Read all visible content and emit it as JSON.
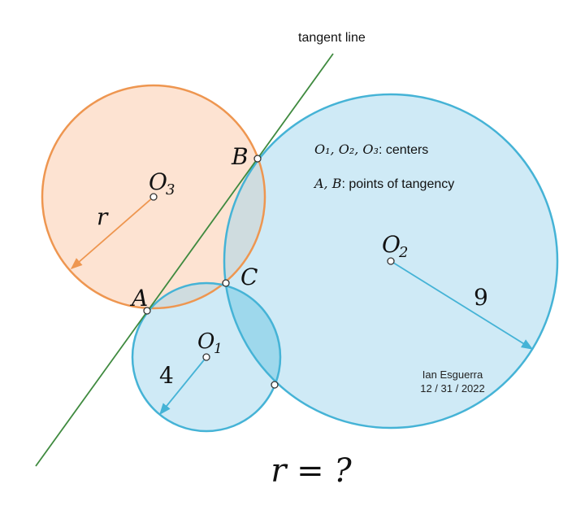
{
  "tangent_label": "tangent line",
  "legend": {
    "centers_math": "O₁, O₂, O₃",
    "centers_text": ": centers",
    "tangency_math": "A, B",
    "tangency_text": ": points of tangency"
  },
  "points": {
    "A": "A",
    "B": "B",
    "C": "C",
    "O1": "O",
    "O1_sub": "1",
    "O2": "O",
    "O2_sub": "2",
    "O3": "O",
    "O3_sub": "3"
  },
  "radii": {
    "r1": "4",
    "r2": "9",
    "r3": "r"
  },
  "question": "r = ?",
  "credit": {
    "author": "Ian Esguerra",
    "date": "12 / 31 / 2022"
  },
  "colors": {
    "orange_stroke": "#ee9650",
    "orange_fill": "#fde3d2",
    "blue_stroke": "#45b3d6",
    "blue_fill": "#cfeaf6",
    "overlap_gray": "#cfdcdf",
    "overlap_blue": "#9ed8ec",
    "tangent_line": "#3f8a3f"
  }
}
